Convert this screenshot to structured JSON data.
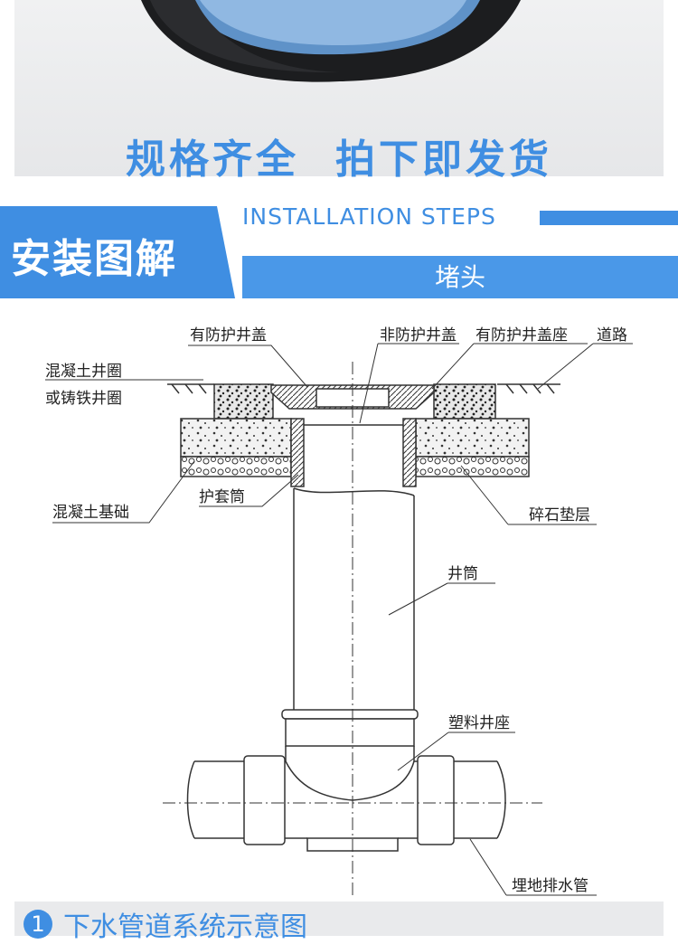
{
  "hero": {
    "slogan_left": "规格齐全",
    "slogan_right": "拍下即发货"
  },
  "section": {
    "title": "安装图解",
    "subtitle": "INSTALLATION STEPS",
    "product": "堵头"
  },
  "diagram": {
    "labels": {
      "protected_cover": "有防护井盖",
      "unprotected_cover": "非防护井盖",
      "protected_cover_seat": "有防护井盖座",
      "road": "道路",
      "concrete_ring_1": "混凝土井圈",
      "concrete_ring_2": "或铸铁井圈",
      "concrete_foundation": "混凝土基础",
      "sleeve": "护套筒",
      "gravel_layer": "碎石垫层",
      "shaft": "井筒",
      "plastic_base": "塑料井座",
      "buried_drain": "埋地排水管"
    }
  },
  "caption": {
    "number": "1",
    "text": "下水管道系统示意图"
  },
  "colors": {
    "accent": "#3f8ee2",
    "line": "#333333"
  }
}
